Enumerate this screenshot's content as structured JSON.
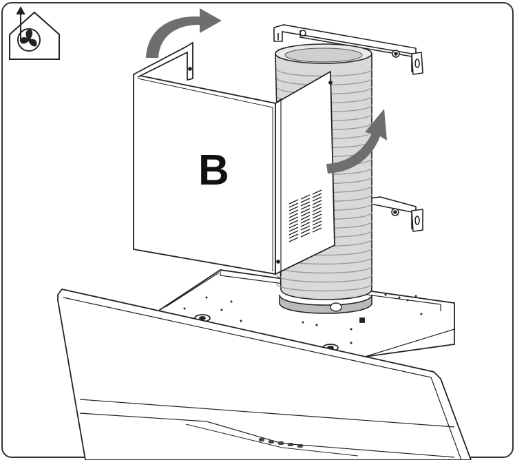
{
  "figure": {
    "part_label": "B",
    "icon": "ducted-extraction-house-fan-icon",
    "arrows": [
      "curved-arrow-lift-cover",
      "curved-arrow-rotate-duct"
    ],
    "colors": {
      "line": "#222222",
      "duct_fill": "#d9d9d9",
      "duct_rib": "#bdbdbd",
      "arrow": "#6e6e6e",
      "cover_fill": "#ffffff",
      "border": "#333333"
    }
  }
}
